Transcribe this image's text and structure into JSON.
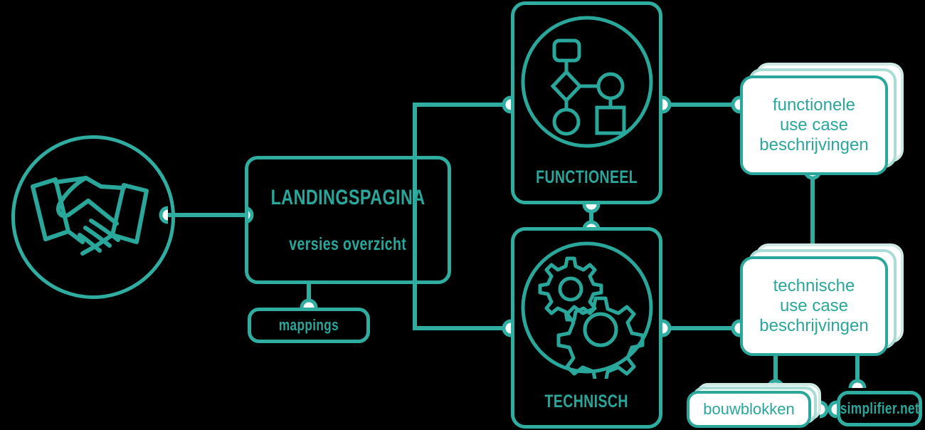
{
  "diagram": {
    "title": "Landingspagina versies overzicht diagram",
    "colors": {
      "accent": "#2aa79b",
      "accent_light": "#2fada1",
      "stack_mid": "#a8dcd5",
      "stack_back": "#cfe9e5",
      "card_fill": "#ffffff",
      "background": "#000000"
    }
  },
  "nodes": {
    "partnership_icon": {
      "icon": "handshake-icon"
    },
    "landing": {
      "title": "LANDINGSPAGINA",
      "subtitle": "versies overzicht"
    },
    "mappings": {
      "label": "mappings"
    },
    "functional": {
      "label": "FUNCTIONEEL",
      "icon": "flowchart-icon"
    },
    "technical": {
      "label": "TECHNISCH",
      "icon": "gears-icon"
    },
    "functional_usecases": {
      "label": "functionele\nuse case\nbeschrijvingen"
    },
    "technical_usecases": {
      "label": "technische\nuse case\nbeschrijvingen"
    },
    "bouwblokken": {
      "label": "bouwblokken"
    },
    "simplifier": {
      "label": "simplifier.net"
    }
  }
}
